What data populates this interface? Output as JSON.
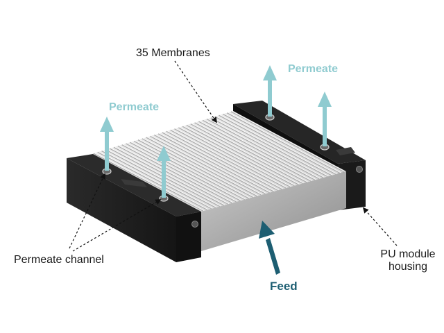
{
  "labels": {
    "membranes": "35 Membranes",
    "permeate_left": "Permeate",
    "permeate_right": "Permeate",
    "permeate_channel": "Permeate channel",
    "feed": "Feed",
    "housing_line1": "PU module",
    "housing_line2": "housing"
  },
  "membrane_count": 35,
  "colors": {
    "permeate_arrow": "#8fcbd0",
    "feed_arrow": "#1d5e72",
    "housing": "#1e1e1e",
    "membrane_light": "#e6e6e6",
    "membrane_dark": "#a9a9a9",
    "text": "#1a1a1a"
  }
}
